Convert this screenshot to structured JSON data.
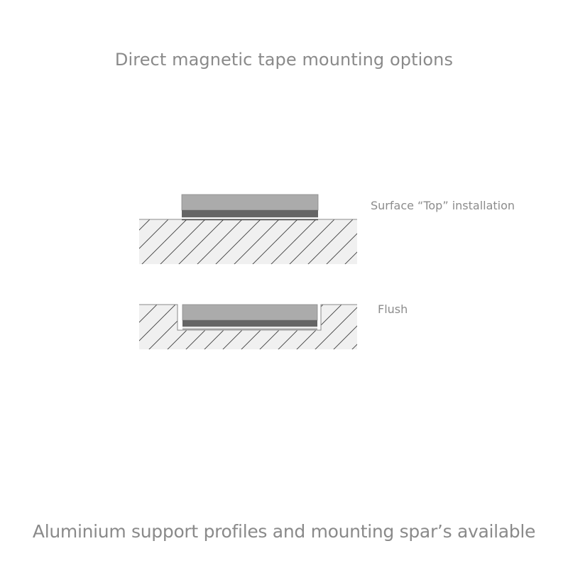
{
  "title": "Direct magnetic tape mounting options",
  "footer": "Aluminium support profiles and mounting spar’s available",
  "diagrams": [
    {
      "id": "surface",
      "label": "Surface “Top” installation",
      "type": "surface-mount"
    },
    {
      "id": "flush",
      "label": "Flush",
      "type": "recessed-mount"
    }
  ],
  "colors": {
    "text": "#8a8a8a",
    "substrate_fill": "#f0f0f0",
    "hatch": "#3c3c3c",
    "magnet_body": "#ababab",
    "magnet_strip": "#656565",
    "magnet_base": "#e6e6e6",
    "outline": "#5a5a5a"
  }
}
